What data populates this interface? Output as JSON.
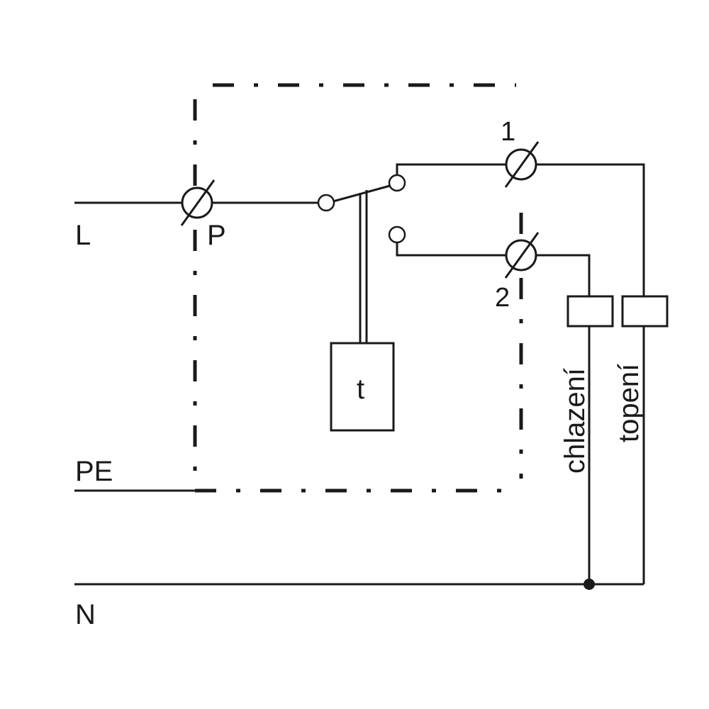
{
  "labels": {
    "L": "L",
    "P": "P",
    "PE": "PE",
    "N": "N",
    "terminal_1": "1",
    "terminal_2": "2",
    "sensor": "t",
    "coil_cooling": "chlazení",
    "coil_heating": "topení"
  }
}
